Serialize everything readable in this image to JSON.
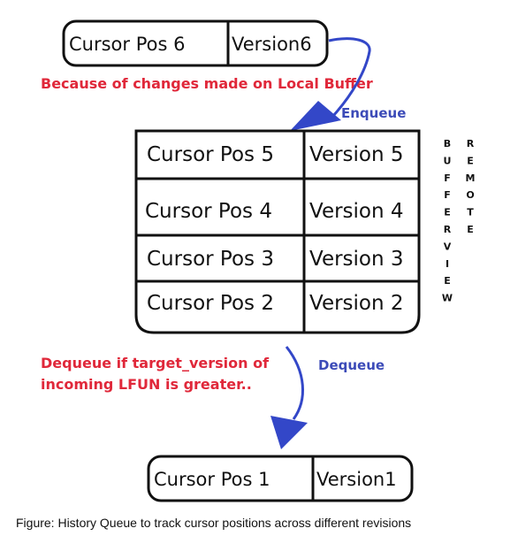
{
  "top_node": {
    "position": "Cursor Pos 6",
    "version": "Version6"
  },
  "bottom_node": {
    "position": "Cursor Pos  1",
    "version": "Version1"
  },
  "buffer_rows": [
    {
      "position": "Cursor Pos 5",
      "version": "Version 5"
    },
    {
      "position": "Cursor Pos 4",
      "version": "Version 4"
    },
    {
      "position": "Cursor Pos 3",
      "version": "Version 3"
    },
    {
      "position": "Cursor Pos 2",
      "version": "Version 2"
    }
  ],
  "enqueue_note": "Because of changes made on Local Buffer",
  "enqueue_label": "Enqueue",
  "dequeue_note_lines": [
    "Dequeue if target_version of",
    "incoming LFUN is greater.."
  ],
  "dequeue_label": "Dequeue",
  "side_labels": {
    "buffer_view": "BUFFERVIEW",
    "remote": "REMOTE"
  },
  "caption": "Figure: History Queue to track cursor positions across different revisions",
  "colors": {
    "note": "#e0283a",
    "operation": "#3c4bb8",
    "arrow": "#3347c8",
    "outline": "#111111"
  }
}
